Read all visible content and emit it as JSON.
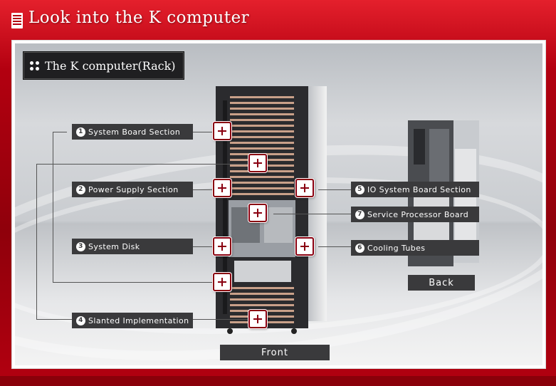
{
  "header": {
    "title": "Look into the K computer",
    "icon": "server-icon"
  },
  "panel": {
    "subtitle": "The K computer(Rack)",
    "subtitle_icon": "four-dots-icon"
  },
  "hotspots": [
    {
      "number": "1",
      "label": "System Board Section"
    },
    {
      "number": "2",
      "label": "Power Supply Section"
    },
    {
      "number": "3",
      "label": "System Disk"
    },
    {
      "number": "4",
      "label": "Slanted Implementation"
    },
    {
      "number": "5",
      "label": "IO System Board Section"
    },
    {
      "number": "6",
      "label": "Cooling Tubes"
    },
    {
      "number": "7",
      "label": "Service Processor Board"
    }
  ],
  "views": {
    "front_label": "Front",
    "back_label": "Back"
  },
  "colors": {
    "brand_red": "#b30010",
    "label_bg": "#3a3a3c",
    "plus_border": "#8a0010"
  }
}
